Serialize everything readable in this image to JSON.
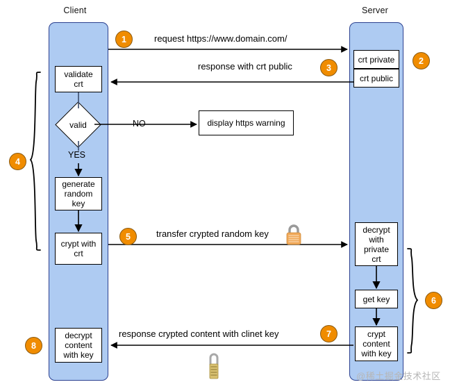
{
  "diagram": {
    "title_client": "Client",
    "title_server": "Server",
    "watermark": "@稀土掘金技术社区"
  },
  "lanes": [
    {
      "name": "client",
      "label": "Client"
    },
    {
      "name": "server",
      "label": "Server"
    }
  ],
  "client_nodes": [
    {
      "id": "validate-crt",
      "label": "validate\ncrt",
      "lines": [
        "validate",
        "crt"
      ]
    },
    {
      "id": "valid-decision",
      "label": "valid",
      "lines": [
        "valid"
      ]
    },
    {
      "id": "generate-random-key",
      "label": "generate random key",
      "lines": [
        "generate",
        "random",
        "key"
      ]
    },
    {
      "id": "crypt-with-crt",
      "label": "crypt with crt",
      "lines": [
        "crypt with",
        "crt"
      ]
    },
    {
      "id": "decrypt-content-with-key",
      "label": "decrypt content with key",
      "lines": [
        "decrypt",
        "content",
        "with key"
      ]
    }
  ],
  "server_nodes": [
    {
      "id": "crt-private",
      "label": "crt private",
      "lines": [
        "crt private"
      ]
    },
    {
      "id": "crt-public",
      "label": "crt public",
      "lines": [
        "crt public"
      ]
    },
    {
      "id": "decrypt-with-private-crt",
      "label": "decrypt with private crt",
      "lines": [
        "decrypt",
        "with",
        "private",
        "crt"
      ]
    },
    {
      "id": "get-key",
      "label": "get key",
      "lines": [
        "get key"
      ]
    },
    {
      "id": "crypt-content-with-key",
      "label": "crypt content with key",
      "lines": [
        "crypt",
        "content",
        "with key"
      ]
    }
  ],
  "external_nodes": [
    {
      "id": "display-https-warning",
      "label": "display https warning",
      "lines": [
        "display https warning"
      ]
    }
  ],
  "messages": [
    {
      "id": "request",
      "label": "request https://www.domain.com/",
      "direction": "client-to-server"
    },
    {
      "id": "response-crt-public",
      "label": "response with crt public",
      "direction": "server-to-client"
    },
    {
      "id": "transfer-crypted-key",
      "label": "transfer crypted random key",
      "direction": "client-to-server"
    },
    {
      "id": "response-crypted-content",
      "label": "response crypted content with clinet key",
      "direction": "server-to-client"
    }
  ],
  "branch_labels": {
    "no": "NO",
    "yes": "YES"
  },
  "badges": [
    {
      "number": "1"
    },
    {
      "number": "2"
    },
    {
      "number": "3"
    },
    {
      "number": "4"
    },
    {
      "number": "5"
    },
    {
      "number": "6"
    },
    {
      "number": "7"
    },
    {
      "number": "8"
    }
  ],
  "icons": [
    {
      "id": "lock-closed-icon",
      "state": "closed"
    },
    {
      "id": "lock-open-icon",
      "state": "open"
    }
  ],
  "colors": {
    "lane_fill": "#aecbf2",
    "lane_border": "#2a3f8f",
    "badge_fill": "#f08c00",
    "badge_text": "#ffffff",
    "node_fill": "#ffffff",
    "node_border": "#000000",
    "line": "#000000",
    "watermark": "#b6b6b6"
  }
}
